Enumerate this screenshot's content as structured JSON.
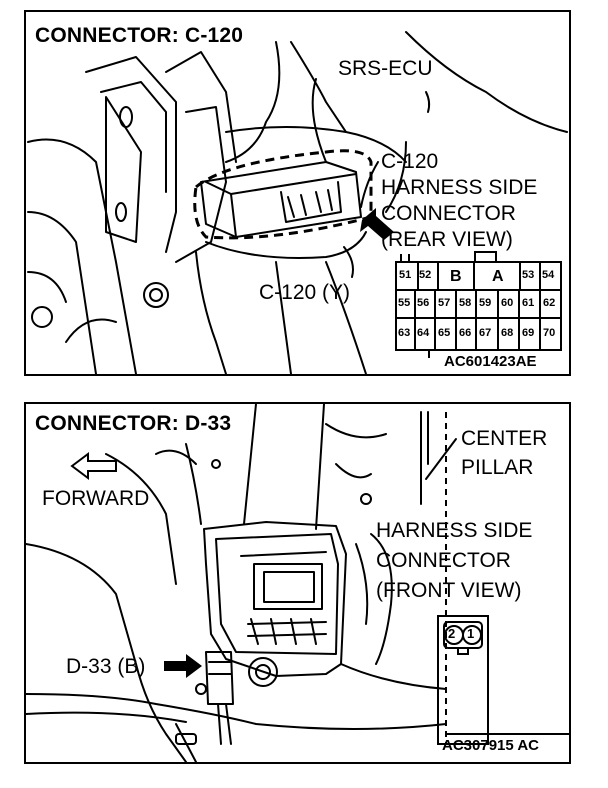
{
  "panels": [
    {
      "title": "CONNECTOR: C-120",
      "labels": {
        "srs_ecu": "SRS-ECU",
        "connector_id": "C-120",
        "harness_side": "HARNESS SIDE",
        "connector_word": "CONNECTOR",
        "view": "(REAR VIEW)",
        "callout": "C-120 (Y)"
      },
      "pinout": {
        "row1": [
          "51",
          "52",
          "B",
          "A",
          "53",
          "54"
        ],
        "row2": [
          "55",
          "56",
          "57",
          "58",
          "59",
          "60",
          "61",
          "62"
        ],
        "row3": [
          "63",
          "64",
          "65",
          "66",
          "67",
          "68",
          "69",
          "70"
        ]
      },
      "figure_code": "AC601423AE"
    },
    {
      "title": "CONNECTOR: D-33",
      "labels": {
        "center": "CENTER",
        "pillar": "PILLAR",
        "forward": "FORWARD",
        "harness_side": "HARNESS SIDE",
        "connector_word": "CONNECTOR",
        "view": "(FRONT VIEW)",
        "callout": "D-33 (B)"
      },
      "pinout": [
        "2",
        "1"
      ],
      "figure_code": "AC307915 AC"
    }
  ]
}
